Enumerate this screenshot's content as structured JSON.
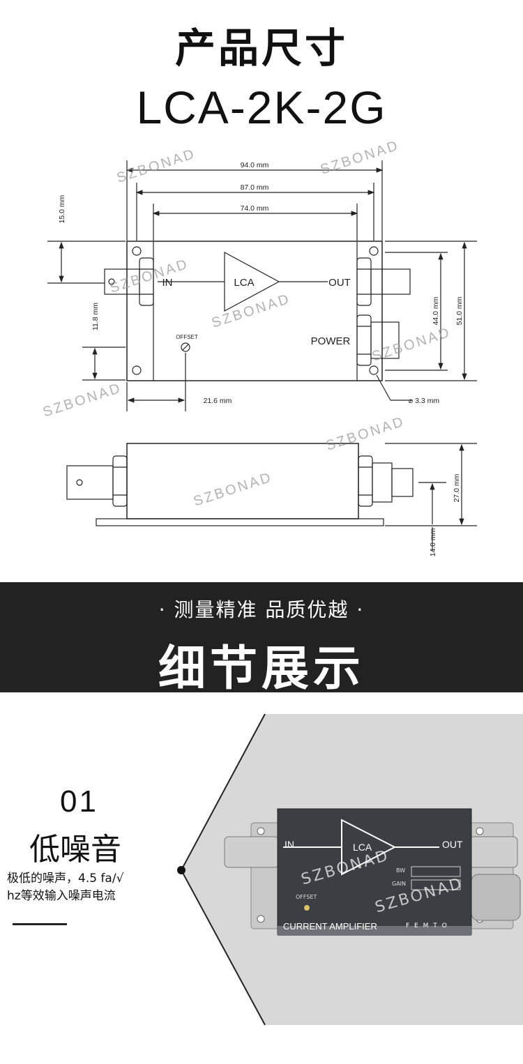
{
  "header": {
    "title": "产品尺寸",
    "model": "LCA-2K-2G"
  },
  "drawing": {
    "dims": {
      "d94": "94.0 mm",
      "d87": "87.0 mm",
      "d74": "74.0 mm",
      "d15": "15.0 mm",
      "d118": "11.8 mm",
      "d216": "21.6 mm",
      "d44": "44.0 mm",
      "d51": "51.0 mm",
      "d33": "⌀ 3.3 mm",
      "d27": "27.0 mm",
      "d14": "14.0 mm"
    },
    "labels": {
      "in": "IN",
      "out": "OUT",
      "lca": "LCA",
      "offset": "OFFSET",
      "power": "POWER"
    },
    "watermark": "SZBONAD"
  },
  "banner": {
    "subtitle": "· 测量精准  品质优越 ·",
    "title": "细节展示"
  },
  "detail": {
    "number": "01",
    "feature": "低噪音",
    "desc_line1": "极低的噪声，4.5 fa/√",
    "desc_line2": "hz等效输入噪声电流",
    "product": {
      "in": "IN",
      "out": "OUT",
      "lca": "LCA",
      "bw": "BW",
      "gain": "GAIN",
      "offset": "OFFSET",
      "caption": "CURRENT AMPLIFIER",
      "brand": "F E M T O"
    }
  }
}
